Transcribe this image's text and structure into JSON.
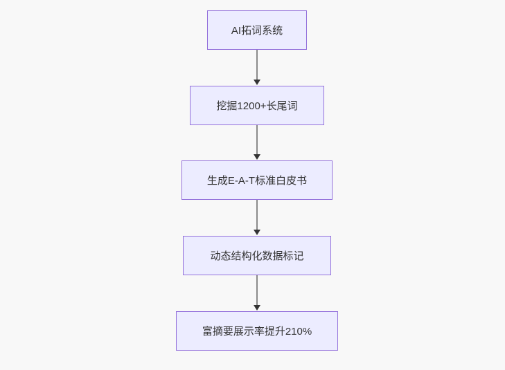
{
  "diagram": {
    "type": "flowchart",
    "direction": "top-down",
    "colors": {
      "background": "#f8f8f8",
      "node_fill": "#ECECFF",
      "node_border": "#9370DB",
      "node_text": "#333333",
      "edge_line": "#8a8a8a",
      "arrowhead": "#333333"
    },
    "nodes": [
      {
        "id": "n1",
        "label": "AI拓词系统"
      },
      {
        "id": "n2",
        "label": "挖掘1200+长尾词"
      },
      {
        "id": "n3",
        "label": "生成E-A-T标准白皮书"
      },
      {
        "id": "n4",
        "label": "动态结构化数据标记"
      },
      {
        "id": "n5",
        "label": "富摘要展示率提升210%"
      }
    ],
    "edges": [
      {
        "from": "n1",
        "to": "n2"
      },
      {
        "from": "n2",
        "to": "n3"
      },
      {
        "from": "n3",
        "to": "n4"
      },
      {
        "from": "n4",
        "to": "n5"
      }
    ]
  }
}
